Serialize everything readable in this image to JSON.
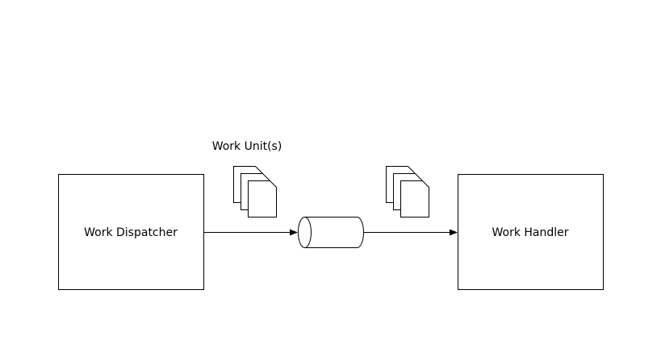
{
  "diagram": {
    "dispatcher": {
      "label": "Work Dispatcher"
    },
    "handler": {
      "label": "Work Handler"
    },
    "work_units": {
      "label": "Work Unit(s)"
    },
    "queue": {
      "shape": "horizontal-cylinder"
    },
    "flow": [
      "Work Dispatcher",
      "queue",
      "Work Handler"
    ],
    "colors": {
      "stroke": "#000000",
      "fill": "#ffffff",
      "text": "#000000"
    }
  }
}
